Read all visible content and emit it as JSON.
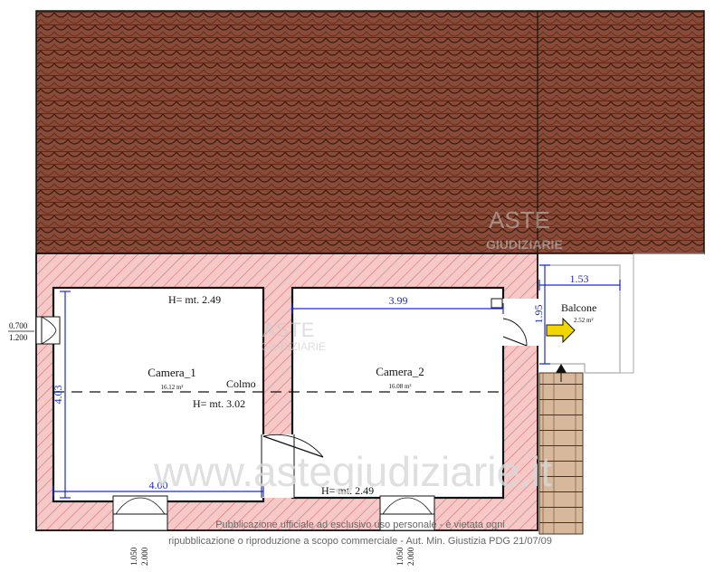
{
  "rooms": {
    "camera1": {
      "name": "Camera_1",
      "area": "16.12 m²",
      "height": "H= mt. 2.49"
    },
    "camera2": {
      "name": "Camera_2",
      "area": "16.08 m²",
      "height_bottom": "H= mt. 2.49"
    },
    "ridge": {
      "label": "Colmo",
      "height": "H= mt. 3.02"
    }
  },
  "balcony": {
    "name": "Balcone",
    "area": "2.52 m²"
  },
  "dimensions": {
    "cam1_height": "4.03",
    "cam1_width": "4.00",
    "cam2_width": "3.99",
    "balcony_width": "1.53",
    "balcony_depth": "1.95"
  },
  "windows": {
    "left": {
      "top": "0.700",
      "bottom": "1.200"
    },
    "bottom1": {
      "a": "1.050",
      "b": "2.000"
    },
    "bottom2": {
      "a": "1.050",
      "b": "2.000"
    }
  },
  "watermark": {
    "logo_top": "ASTE",
    "logo_bottom": "GIUDIZIARIE",
    "url": "www.astegiudiziarie.it",
    "notice_line1": "Pubblicazione ufficiale ad esclusivo uso personale - è vietata ogni",
    "notice_line2": "ripubblicazione o riproduzione a scopo commerciale - Aut. Min. Giustizia PDG 21/07/09"
  },
  "colors": {
    "roof": "#8a4a38",
    "roof_line": "#3a1a10",
    "wall_fill": "#f6c9c9",
    "wall_hatch": "#e06a6a",
    "dimension": "#1a2bd6",
    "arrow": "#f2d600",
    "stairs": "#d8b89a",
    "watermark": "#c9c9c9"
  }
}
